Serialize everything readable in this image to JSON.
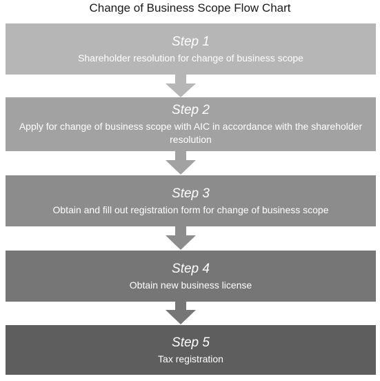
{
  "title": "Change of Business Scope Flow Chart",
  "colors": {
    "step1": "#b6b6b6",
    "step2": "#a2a2a2",
    "step3": "#8c8c8c",
    "step4": "#767676",
    "step5": "#5e5e5e",
    "text": "#ffffff"
  },
  "steps": [
    {
      "heading": "Step 1",
      "description": "Shareholder resolution for change of business scope"
    },
    {
      "heading": "Step 2",
      "description": "Apply for change of business scope with AIC in accordance with the shareholder resolution"
    },
    {
      "heading": "Step 3",
      "description": "Obtain and fill out registration form for change of business scope"
    },
    {
      "heading": "Step 4",
      "description": "Obtain new business license"
    },
    {
      "heading": "Step 5",
      "description": "Tax registration"
    }
  ]
}
